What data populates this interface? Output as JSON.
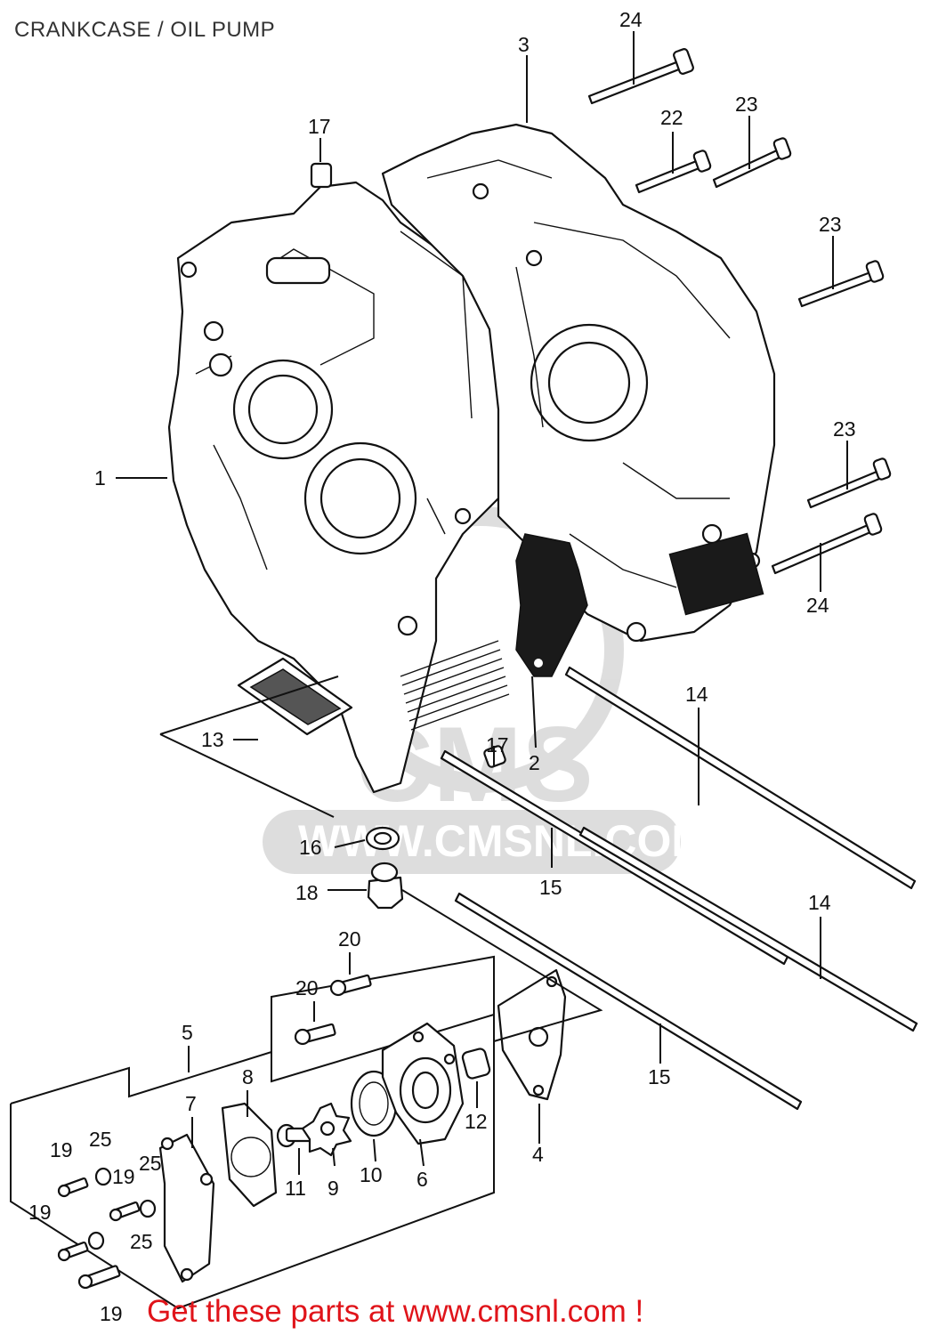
{
  "title": "CRANKCASE / OIL PUMP",
  "watermark": {
    "logo_text": "CMS",
    "url_text": "WWW.CMSNL.COM"
  },
  "footer": {
    "text": "Get these parts at www.cmsnl.com !",
    "color": "#e0141a"
  },
  "callouts": {
    "c1": "1",
    "c2": "2",
    "c3": "3",
    "c4": "4",
    "c5": "5",
    "c6": "6",
    "c7": "7",
    "c8": "8",
    "c9": "9",
    "c10": "10",
    "c11": "11",
    "c12": "12",
    "c13": "13",
    "c14a": "14",
    "c14b": "14",
    "c15a": "15",
    "c15b": "15",
    "c16": "16",
    "c17a": "17",
    "c17b": "17",
    "c18": "18",
    "c19a": "19",
    "c19b": "19",
    "c19c": "19",
    "c19d": "19",
    "c20a": "20",
    "c20b": "20",
    "c22": "22",
    "c23a": "23",
    "c23b": "23",
    "c23c": "23",
    "c24a": "24",
    "c24b": "24",
    "c25a": "25",
    "c25b": "25",
    "c25c": "25"
  }
}
